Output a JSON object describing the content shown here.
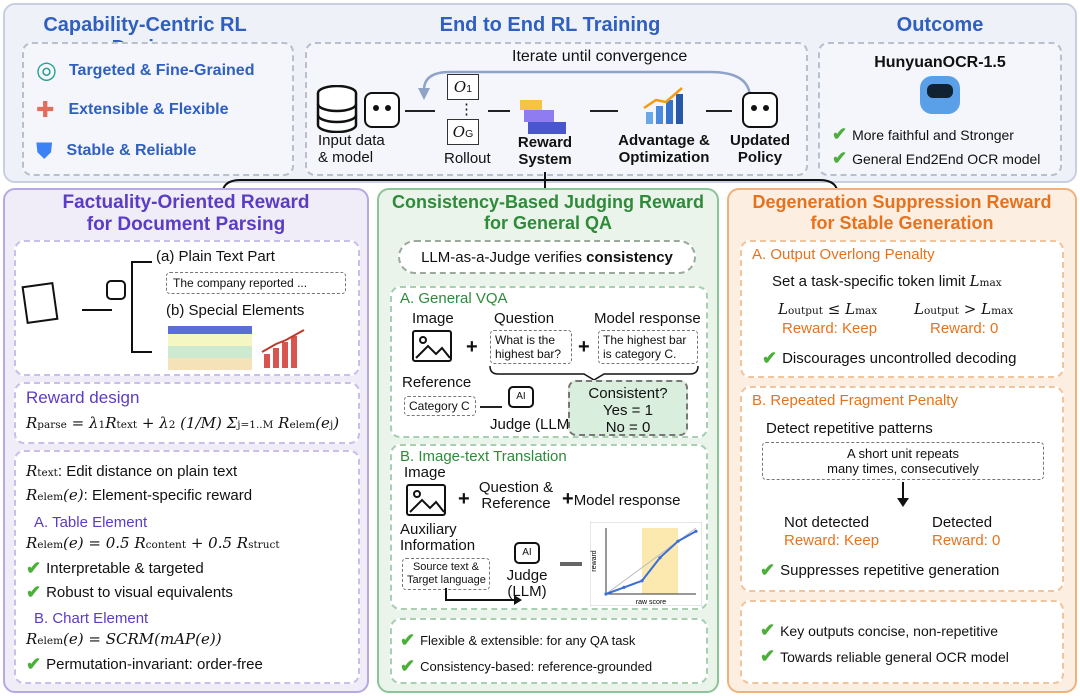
{
  "top": {
    "cap_title": "Capability-Centric RL Design",
    "cap_items": [
      "Targeted & Fine-Grained",
      "Extensible & Flexible",
      "Stable & Reliable"
    ],
    "e2e_title": "End to End RL Training",
    "iterate": "Iterate until convergence",
    "input_label": "Input data\n& model",
    "rollout": "Rollout",
    "o1": "O",
    "o1_sub": "1",
    "og": "O",
    "og_sub": "G",
    "vdots": "⋮",
    "reward_system": "Reward\nSystem",
    "advantage": "Advantage &\nOptimization",
    "updated": "Updated\nPolicy",
    "outcome_title": "Outcome",
    "model_name": "HunyuanOCR-1.5",
    "outcome_items": [
      "More faithful and Stronger",
      "General End2End OCR model"
    ]
  },
  "left": {
    "title1": "Factuality-Oriented Reward",
    "title2": "for Document Parsing",
    "plain": "(a) Plain Text Part",
    "plain_sample": "The company reported ...",
    "special": "(b) Special Elements",
    "reward_design": "Reward design",
    "rtext_def": ": Edit distance on plain text",
    "relem_def": ": Element-specific reward",
    "table_title": "A. Table Element",
    "table_items": [
      "Interpretable & targeted",
      "Robust to visual equivalents"
    ],
    "chart_title": "B. Chart Element",
    "chart_items": [
      "Permutation-invariant: order-free"
    ]
  },
  "mid": {
    "title1": "Consistency-Based Judging Reward",
    "title2": "for General QA",
    "judge_banner_a": "LLM-as-a-Judge verifies ",
    "judge_banner_b": "consistency",
    "vqa_title": "A. General VQA",
    "image": "Image",
    "question": "Question",
    "question_text": "What is the\nhighest bar?",
    "model_response": "Model response",
    "response_text": "The highest bar\nis category C.",
    "reference": "Reference",
    "reference_text": "Category C",
    "consistent": "Consistent?",
    "yes": "Yes = 1",
    "no": "No = 0",
    "judge_llm": "Judge (LLM)",
    "trans_title": "B. Image-text Translation",
    "question_ref": "Question &\nReference",
    "aux": "Auxiliary\nInformation",
    "aux_text": "Source text &\nTarget language",
    "judge2": "Judge\n(LLM)",
    "plot_xlabel": "raw score",
    "plot_ylabel": "reward",
    "bottom_items": [
      "Flexible & extensible: for any QA task",
      "Consistency-based: reference-grounded"
    ]
  },
  "right": {
    "title1": "Degeneration Suppression Reward",
    "title2": "for Stable Generation",
    "a_title": "A. Output Overlong Penalty",
    "a_desc": "Set a task-specific token limit ",
    "keep": "Reward: Keep",
    "zero": "Reward: 0",
    "a_item": "Discourages uncontrolled decoding",
    "b_title": "B. Repeated Fragment Penalty",
    "b_desc": "Detect repetitive patterns",
    "b_box": "A short unit repeats\nmany times, consecutively",
    "not_detected": "Not detected",
    "detected": "Detected",
    "b_item": "Suppresses repetitive generation",
    "bottom_items": [
      "Key outputs concise, non-repetitive",
      "Towards reliable general OCR model"
    ]
  },
  "colors": {
    "blue_title": "#2f5fbf",
    "purple": "#5b3cc4",
    "green": "#2e8b3a",
    "orange": "#e8721c"
  },
  "chart_data": {
    "type": "line",
    "x": [
      0,
      1,
      2,
      3,
      4,
      5
    ],
    "y": [
      0,
      0.1,
      0.2,
      0.55,
      0.8,
      0.95
    ],
    "xlabel": "raw score",
    "ylabel": "reward"
  }
}
